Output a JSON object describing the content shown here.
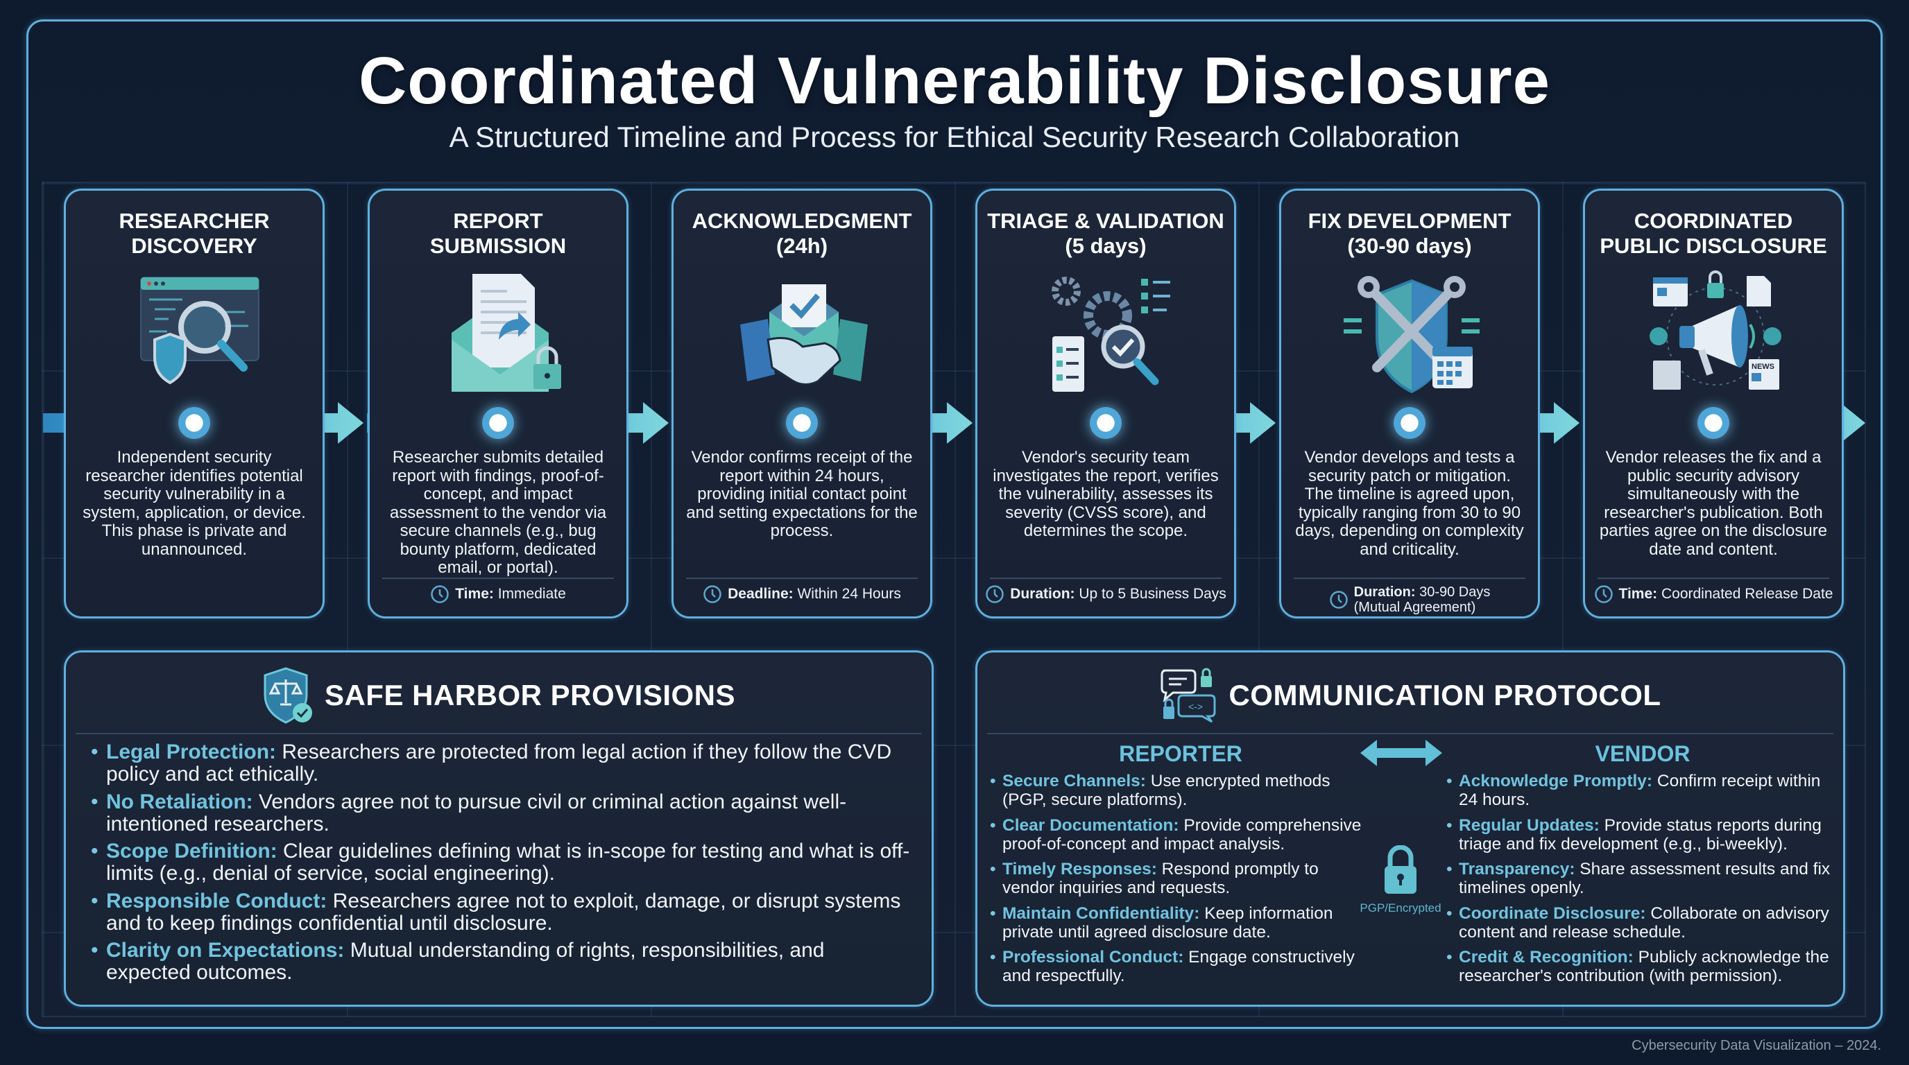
{
  "header": {
    "title": "Coordinated Vulnerability Disclosure",
    "subtitle": "A Structured Timeline and Process for Ethical Security Research Collaboration"
  },
  "colors": {
    "background": "#0e1a2e",
    "card_border": "#5fb0de",
    "accent_keyword": "#72c3df",
    "timeline_start": "#2f86bf",
    "timeline_end": "#7fd6dc"
  },
  "timeline": {
    "stages": [
      {
        "title_line1": "RESEARCHER",
        "title_line2": "DISCOVERY",
        "icon": "magnifier-code-shield-icon",
        "description": "Independent security researcher identifies potential security vulnerability in a system, application, or device. This phase is private and unannounced.",
        "footer_label": "",
        "footer_value": ""
      },
      {
        "title_line1": "REPORT",
        "title_line2": "SUBMISSION",
        "icon": "envelope-document-lock-icon",
        "description": "Researcher submits detailed report with findings, proof-of-concept, and impact assessment to the vendor via secure channels (e.g., bug bounty platform, dedicated email, or portal).",
        "footer_label": "Time:",
        "footer_value": "Immediate"
      },
      {
        "title_line1": "ACKNOWLEDGMENT",
        "title_line2": "(24h)",
        "icon": "handshake-envelope-check-icon",
        "description": "Vendor confirms receipt of the report within 24 hours, providing initial contact point and setting expectations for the process.",
        "footer_label": "Deadline:",
        "footer_value": "Within 24 Hours"
      },
      {
        "title_line1": "TRIAGE & VALIDATION",
        "title_line2": "(5 days)",
        "icon": "gears-checklist-magnifier-icon",
        "description": "Vendor's security team investigates the report, verifies the vulnerability, assesses its severity (CVSS score), and determines the scope.",
        "footer_label": "Duration:",
        "footer_value": "Up to 5 Business Days"
      },
      {
        "title_line1": "FIX DEVELOPMENT",
        "title_line2": "(30-90 days)",
        "icon": "wrenches-shield-calendar-icon",
        "description": "Vendor develops and tests a security patch or mitigation. The timeline is agreed upon, typically ranging from 30 to 90 days, depending on complexity and criticality.",
        "footer_label": "Duration:",
        "footer_value": "30-90 Days",
        "footer_value2": "(Mutual Agreement)"
      },
      {
        "title_line1": "COORDINATED",
        "title_line2": "PUBLIC DISCLOSURE",
        "icon": "megaphone-news-icon",
        "description": "Vendor releases the fix and a public security advisory simultaneously with the researcher's publication. Both parties agree on the disclosure date and content.",
        "footer_label": "Time:",
        "footer_value": "Coordinated Release Date"
      }
    ]
  },
  "safe_harbor": {
    "title": "SAFE HARBOR PROVISIONS",
    "icon": "shield-scales-check-icon",
    "items": [
      {
        "label": "Legal Protection:",
        "text": " Researchers are protected from legal action if they follow the CVD policy and act ethically."
      },
      {
        "label": "No Retaliation:",
        "text": " Vendors agree not to pursue civil or criminal action against well-intentioned researchers."
      },
      {
        "label": "Scope Definition:",
        "text": " Clear guidelines defining what is in-scope for testing and what is off-limits (e.g., denial of service, social engineering)."
      },
      {
        "label": "Responsible Conduct:",
        "text": " Researchers agree not to exploit, damage, or disrupt systems and to keep findings confidential until disclosure."
      },
      {
        "label": "Clarity on Expectations:",
        "text": " Mutual understanding of rights, responsibilities, and expected outcomes."
      }
    ]
  },
  "communication": {
    "title": "COMMUNICATION PROTOCOL",
    "icon": "chat-bubbles-lock-icon",
    "center_label": "PGP/Encrypted",
    "reporter": {
      "heading": "REPORTER",
      "items": [
        {
          "label": "Secure Channels:",
          "text": " Use encrypted methods (PGP, secure platforms)."
        },
        {
          "label": "Clear Documentation:",
          "text": " Provide comprehensive proof-of-concept and impact analysis."
        },
        {
          "label": "Timely Responses:",
          "text": " Respond promptly to vendor inquiries and requests."
        },
        {
          "label": "Maintain Confidentiality:",
          "text": " Keep information private until agreed disclosure date."
        },
        {
          "label": "Professional Conduct:",
          "text": " Engage constructively and respectfully."
        }
      ]
    },
    "vendor": {
      "heading": "VENDOR",
      "items": [
        {
          "label": "Acknowledge Promptly:",
          "text": " Confirm receipt within 24 hours."
        },
        {
          "label": "Regular Updates:",
          "text": " Provide status reports during triage and fix development (e.g., bi-weekly)."
        },
        {
          "label": "Transparency:",
          "text": " Share assessment results and fix timelines openly."
        },
        {
          "label": "Coordinate Disclosure:",
          "text": " Collaborate on advisory content and release schedule."
        },
        {
          "label": "Credit & Recognition:",
          "text": " Publicly acknowledge the researcher's contribution (with permission)."
        }
      ]
    }
  },
  "footer": {
    "credit": "Cybersecurity Data Visualization – 2024."
  }
}
